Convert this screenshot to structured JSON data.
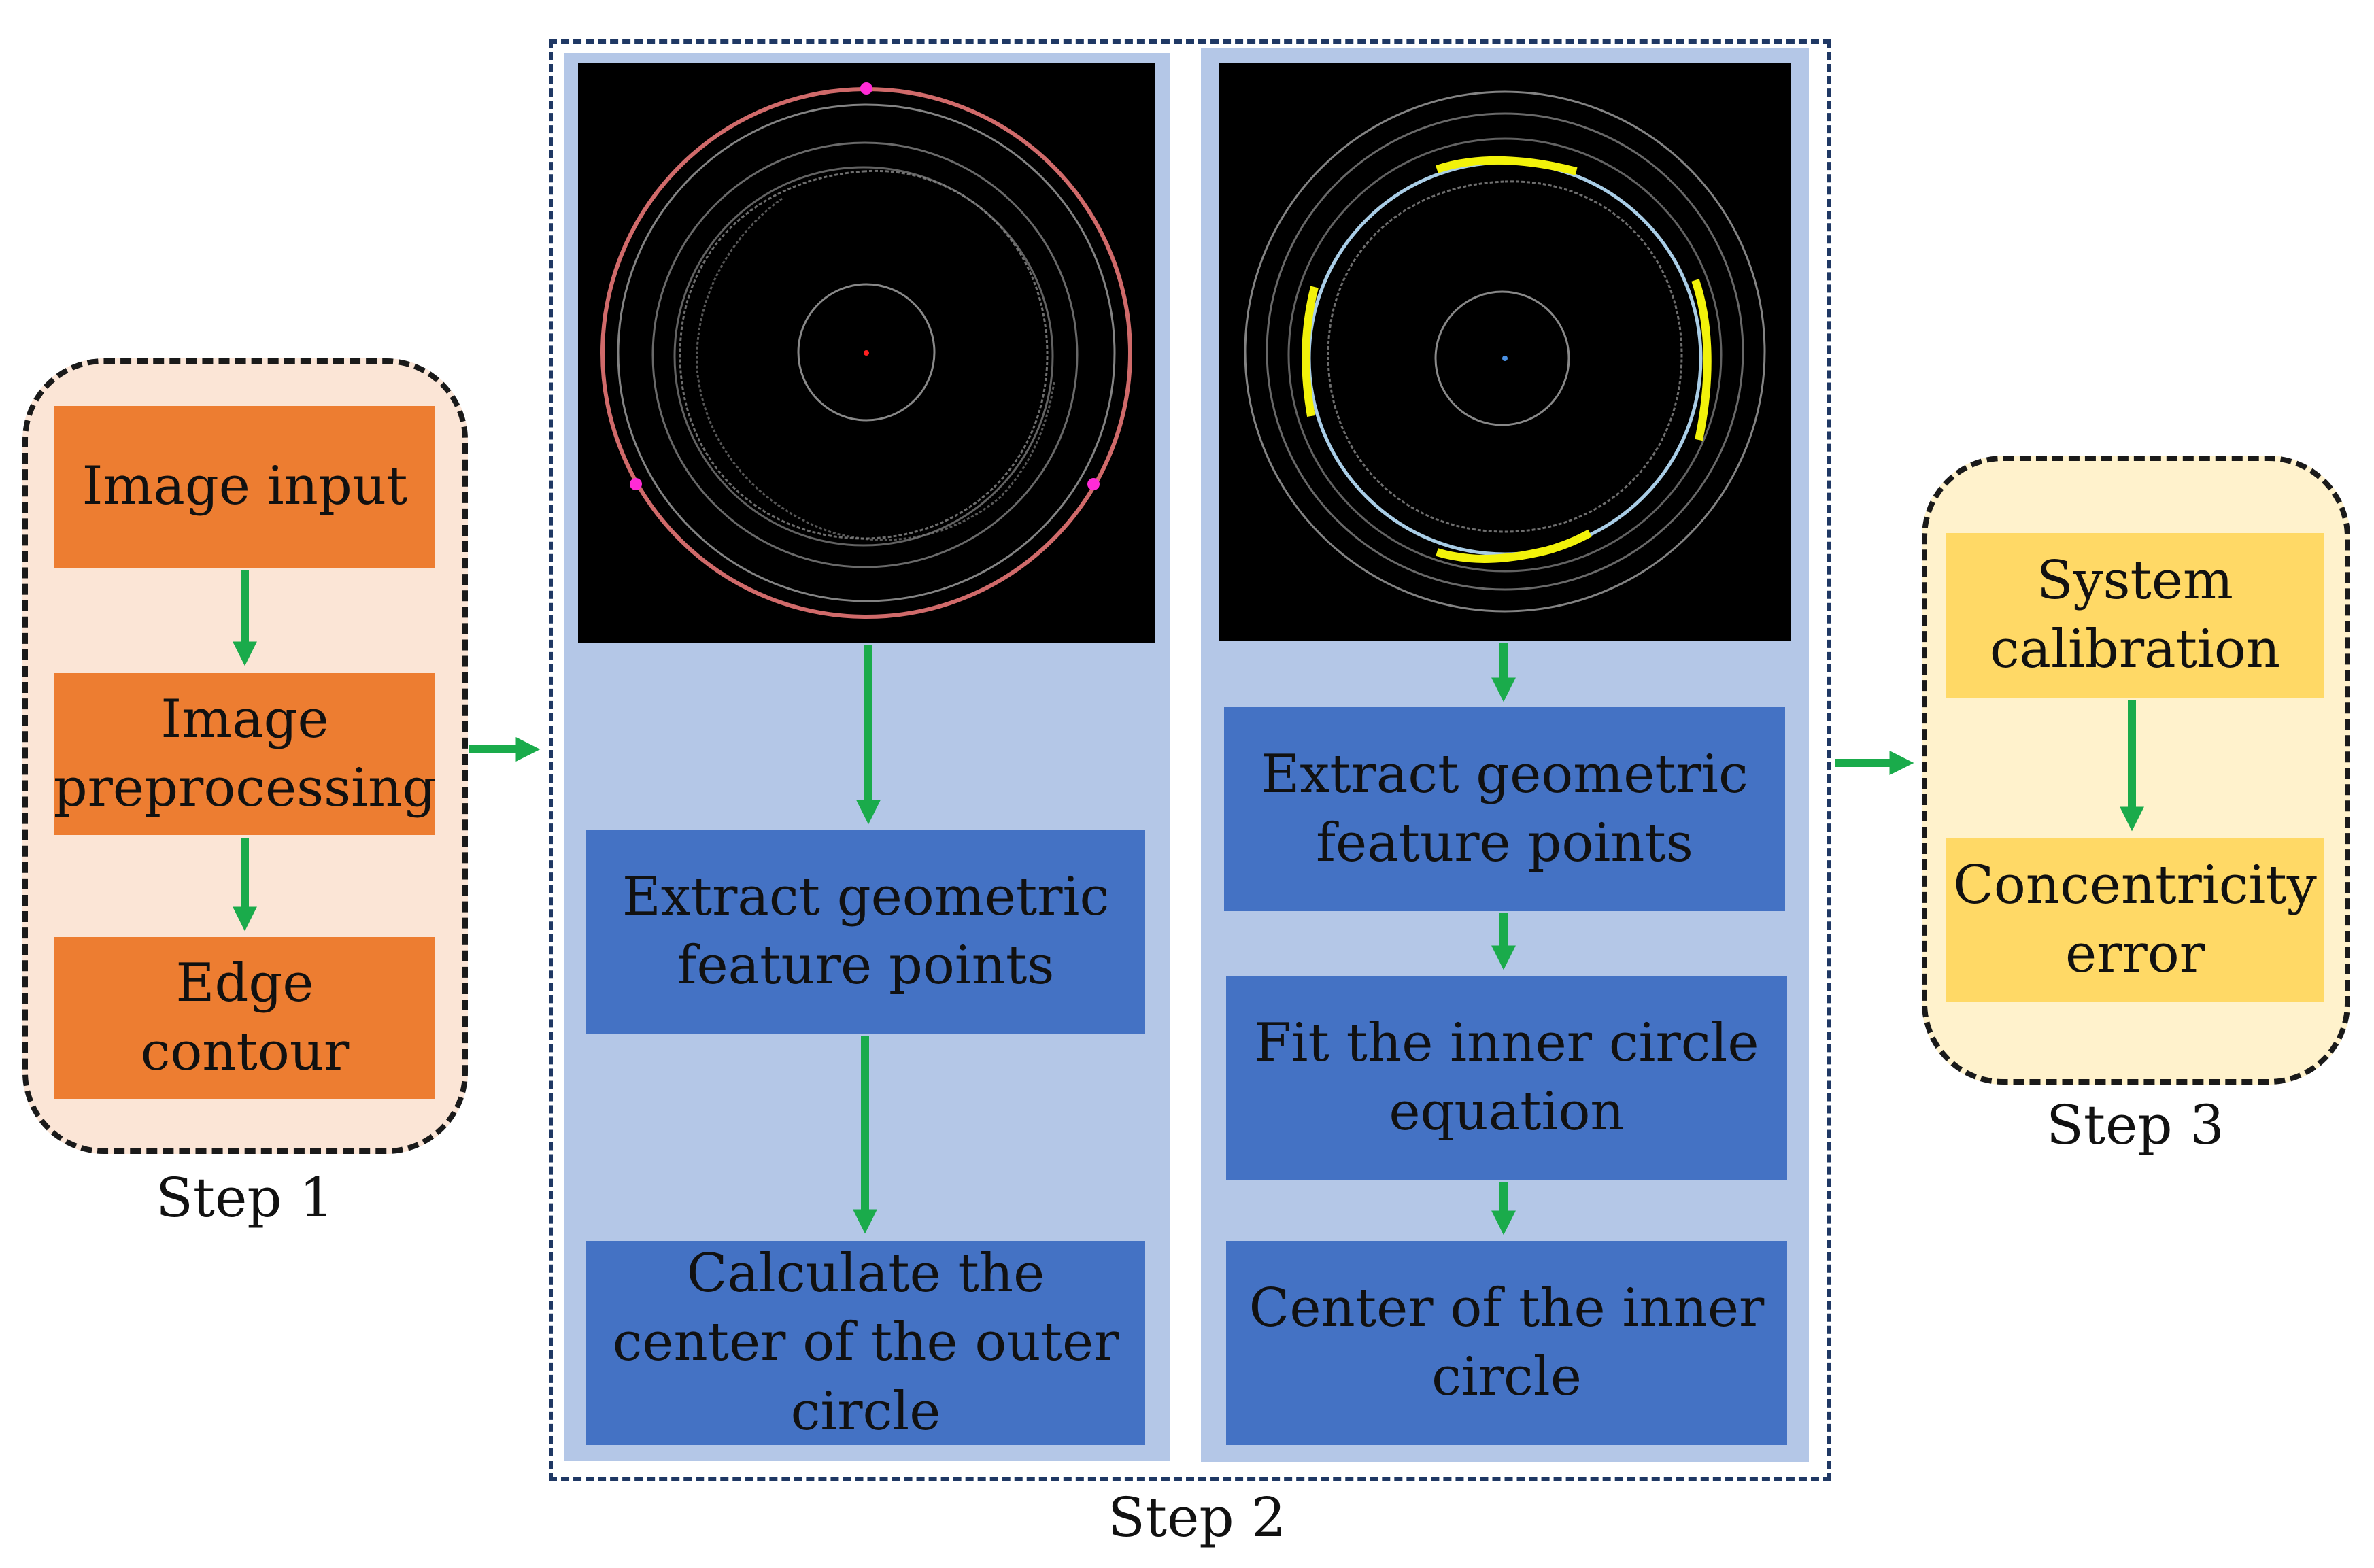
{
  "step1": {
    "label": "Step 1",
    "boxes": [
      "Image input",
      "Image preprocessing",
      "Edge contour"
    ]
  },
  "step2": {
    "label": "Step 2",
    "outer": {
      "boxes": [
        "Extract geometric feature points",
        "Calculate the center of the outer circle"
      ]
    },
    "inner": {
      "boxes": [
        "Extract geometric feature points",
        "Fit the inner circle equation",
        "Center of the inner circle"
      ]
    }
  },
  "step3": {
    "label": "Step 3",
    "boxes": [
      "System calibration",
      "Concentricity error"
    ]
  },
  "colors": {
    "arrow": "#1aab4b",
    "step1_bg": "#fbe5d6",
    "step1_box": "#ed7d31",
    "step2_panel": "#b4c7e7",
    "step2_box": "#4472c4",
    "step3_bg": "#fff2cc",
    "step3_box": "#ffd966",
    "outer_fit_circle": "#d06a6a",
    "feature_point": "#ff2bd6",
    "inner_fit_circle": "#a9cde6",
    "inner_edge_points": "#f2f20a"
  }
}
